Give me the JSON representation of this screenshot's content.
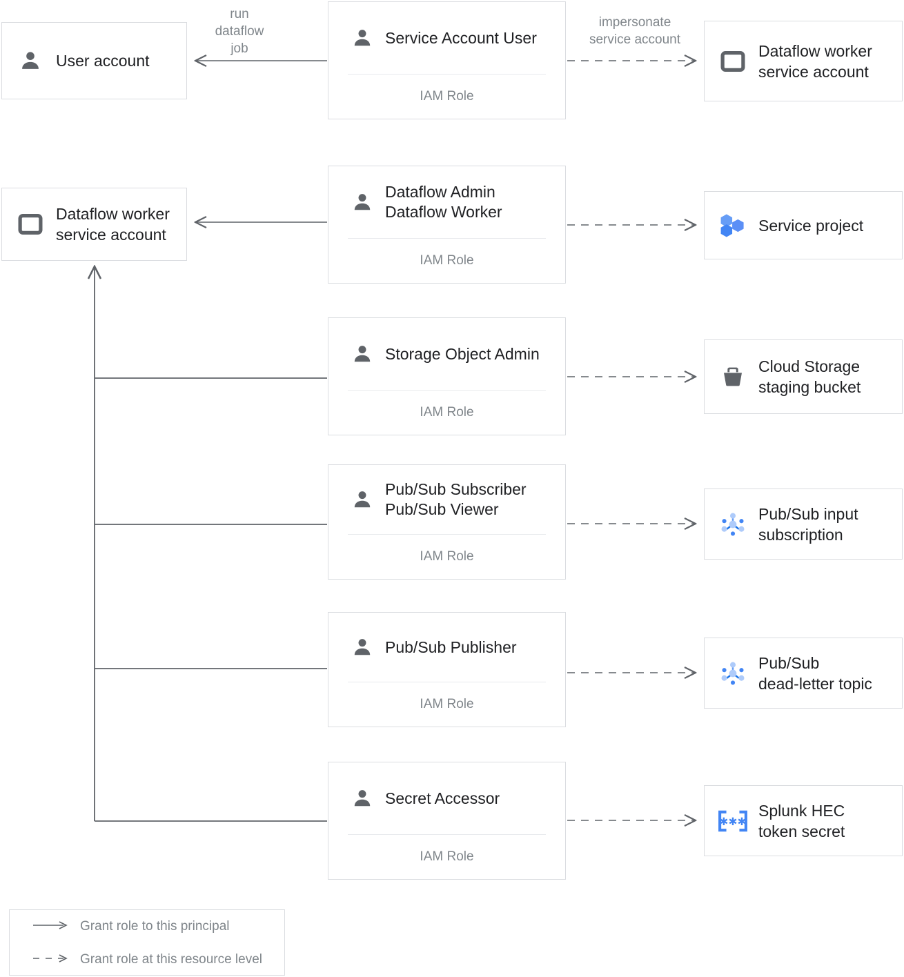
{
  "principals": [
    {
      "id": "user-account",
      "icon": "person-icon",
      "label": "User account"
    },
    {
      "id": "dataflow-worker-service-account-left",
      "icon": "dataflow-worker-icon",
      "label": "Dataflow worker\nservice account"
    }
  ],
  "roles": [
    {
      "id": "service-account-user",
      "icon": "person-icon",
      "title": "Service Account User",
      "caption": "IAM Role"
    },
    {
      "id": "dataflow-admin-worker",
      "icon": "person-icon",
      "title": "Dataflow Admin\nDataflow Worker",
      "caption": "IAM Role"
    },
    {
      "id": "storage-object-admin",
      "icon": "person-icon",
      "title": "Storage Object Admin",
      "caption": "IAM Role"
    },
    {
      "id": "pubsub-subscriber-viewer",
      "icon": "person-icon",
      "title": "Pub/Sub Subscriber\nPub/Sub Viewer",
      "caption": "IAM Role"
    },
    {
      "id": "pubsub-publisher",
      "icon": "person-icon",
      "title": "Pub/Sub Publisher",
      "caption": "IAM Role"
    },
    {
      "id": "secret-accessor",
      "icon": "person-icon",
      "title": "Secret Accessor",
      "caption": "IAM Role"
    }
  ],
  "resources": [
    {
      "id": "dataflow-worker-service-account-right",
      "icon": "dataflow-worker-icon",
      "label": "Dataflow worker\nservice account"
    },
    {
      "id": "service-project",
      "icon": "project-hexagons-icon",
      "label": "Service project"
    },
    {
      "id": "cloud-storage-staging-bucket",
      "icon": "cloud-storage-bucket-icon",
      "label": "Cloud Storage\nstaging bucket"
    },
    {
      "id": "pubsub-input-subscription",
      "icon": "pubsub-icon",
      "label": "Pub/Sub input\nsubscription"
    },
    {
      "id": "pubsub-dead-letter-topic",
      "icon": "pubsub-icon",
      "label": "Pub/Sub\ndead-letter topic"
    },
    {
      "id": "splunk-hec-token-secret",
      "icon": "secret-manager-icon",
      "label": "Splunk HEC\ntoken secret"
    }
  ],
  "edge_labels": {
    "run_dataflow_job": "run\ndataflow\njob",
    "impersonate_service_account": "impersonate\nservice account"
  },
  "legend": {
    "solid": "Grant role to this principal",
    "dashed": "Grant role at this resource level"
  },
  "colors": {
    "box_border": "#dadce0",
    "text_primary": "#202124",
    "text_muted": "#80868b",
    "icon_gray": "#5f6368",
    "line": "#5f6368",
    "blue_dark": "#1a73e8",
    "blue_mid": "#4285f4",
    "blue_light": "#aecbfa"
  }
}
